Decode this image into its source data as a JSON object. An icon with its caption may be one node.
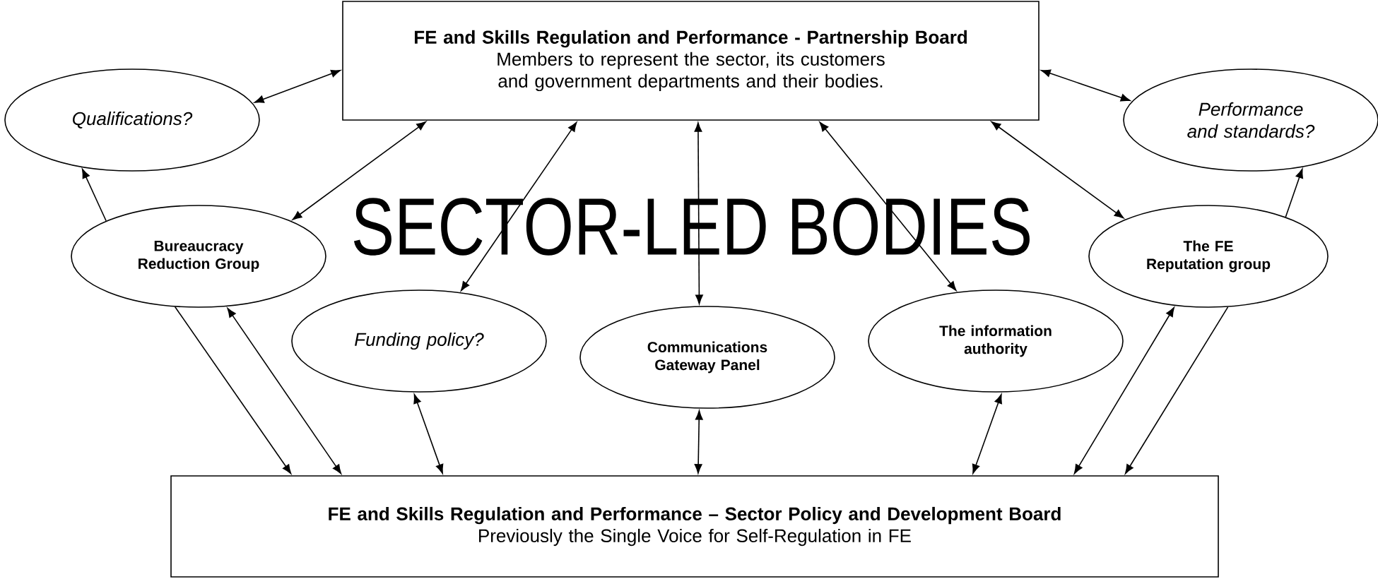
{
  "diagram": {
    "nodes": [
      {
        "text": [
          "FE and Skills Regulation and Performance - Partnership Board",
          "Members to represent the sector, its customers and government departments and their bodies."
        ]
      },
      {
        "text": [
          "Qualifications?"
        ]
      },
      {
        "text": [
          "Performance and standards?"
        ]
      },
      {
        "text": [
          "Bureaucracy Reduction Group"
        ]
      },
      {
        "text": [
          "The FE Reputation group"
        ]
      },
      {
        "text": [
          "Funding policy?"
        ]
      },
      {
        "text": [
          "Communications Gateway Panel"
        ]
      },
      {
        "text": [
          "The information authority"
        ]
      },
      {
        "text": [
          "FE and Skills Regulation and Performance – Sector Policy and Development Board",
          "Previously the Single Voice for Self-Regulation in FE"
        ]
      }
    ],
    "edges": [
      {
        "from": 0,
        "to": 1,
        "arrow": "both"
      },
      {
        "from": 0,
        "to": 2,
        "arrow": "both"
      },
      {
        "from": 0,
        "to": 3,
        "arrow": "both"
      },
      {
        "from": 0,
        "to": 5,
        "arrow": "both"
      },
      {
        "from": 0,
        "to": 6,
        "arrow": "both"
      },
      {
        "from": 0,
        "to": 7,
        "arrow": "both"
      },
      {
        "from": 0,
        "to": 4,
        "arrow": "both"
      },
      {
        "from": 3,
        "to": 1,
        "arrow": "to"
      },
      {
        "from": 4,
        "to": 2,
        "arrow": "to"
      },
      {
        "from": 3,
        "to": 8,
        "arrow": "to"
      },
      {
        "from": 3,
        "to": 8,
        "arrow": "both"
      },
      {
        "from": 5,
        "to": 8,
        "arrow": "both"
      },
      {
        "from": 6,
        "to": 8,
        "arrow": "both"
      },
      {
        "from": 7,
        "to": 8,
        "arrow": "both"
      },
      {
        "from": 4,
        "to": 8,
        "arrow": "both"
      },
      {
        "from": 4,
        "to": 8,
        "arrow": "to"
      }
    ],
    "labels": [
      "SECTOR-LED BODIES"
    ]
  }
}
